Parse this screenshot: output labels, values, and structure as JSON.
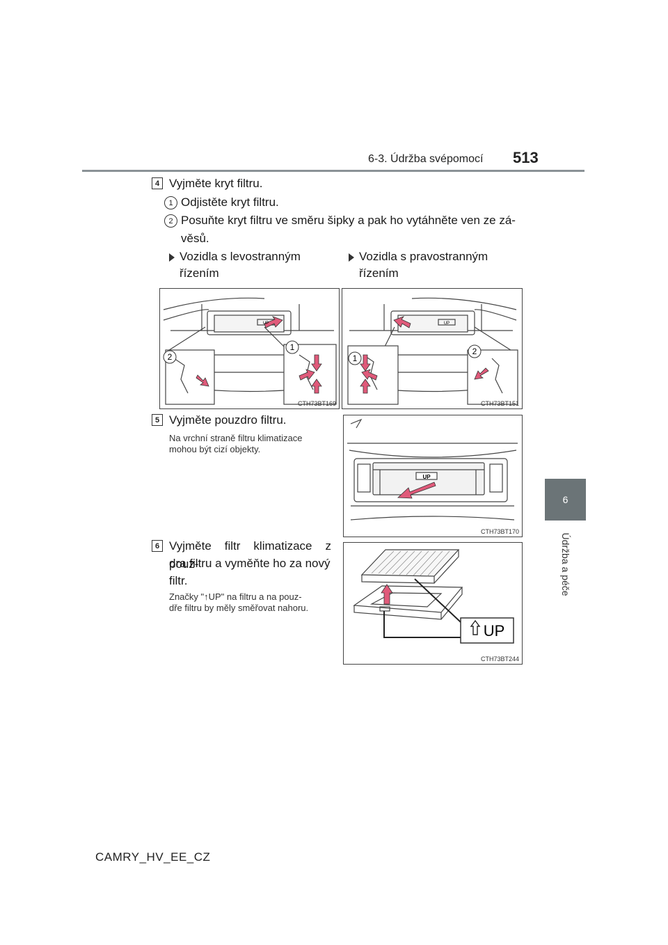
{
  "header": {
    "section": "6-3. Údržba svépomocí",
    "page_number": "513"
  },
  "side_tab": {
    "number": "6",
    "title": "Údržba a péče"
  },
  "steps": {
    "s4": {
      "number": "4",
      "title": "Vyjměte kryt filtru.",
      "sub1_num": "1",
      "sub1_text": "Odjistěte kryt filtru.",
      "sub2_num": "2",
      "sub2_line1": "Posuňte kryt filtru ve směru šipky a pak ho vytáhněte ven ze zá-",
      "sub2_line2": "věsů.",
      "left_variant_l1": "Vozidla s levostranným",
      "left_variant_l2": "řízením",
      "right_variant_l1": "Vozidla s pravostranným",
      "right_variant_l2": "řízením"
    },
    "s5": {
      "number": "5",
      "title": "Vyjměte pouzdro filtru.",
      "note_l1": "Na vrchní straně filtru klimatizace",
      "note_l2": "mohou být cizí objekty."
    },
    "s6": {
      "number": "6",
      "title_l1": "Vyjměte filtr klimatizace z pouz-",
      "title_l2": "dra filtru a vyměňte ho za nový",
      "title_l3": "filtr.",
      "note_l1": "Značky \"↑UP\" na filtru a na pouz-",
      "note_l2": "dře filtru by měly směřovat nahoru."
    }
  },
  "figures": {
    "fig_lhd": {
      "code": "CTH73BT169",
      "callout1": "1",
      "callout2": "2",
      "label": "UP"
    },
    "fig_rhd": {
      "code": "CTH73BT151",
      "callout1": "1",
      "callout2": "2",
      "label": "UP"
    },
    "fig_case": {
      "code": "CTH73BT170",
      "label": "UP"
    },
    "fig_filter": {
      "code": "CTH73BT244",
      "label": "UP"
    }
  },
  "footer": {
    "doc_code": "CAMRY_HV_EE_CZ"
  },
  "colors": {
    "side_tab": "#6b7477",
    "rule": "#8a9296",
    "arrow": "#e05a7a"
  }
}
